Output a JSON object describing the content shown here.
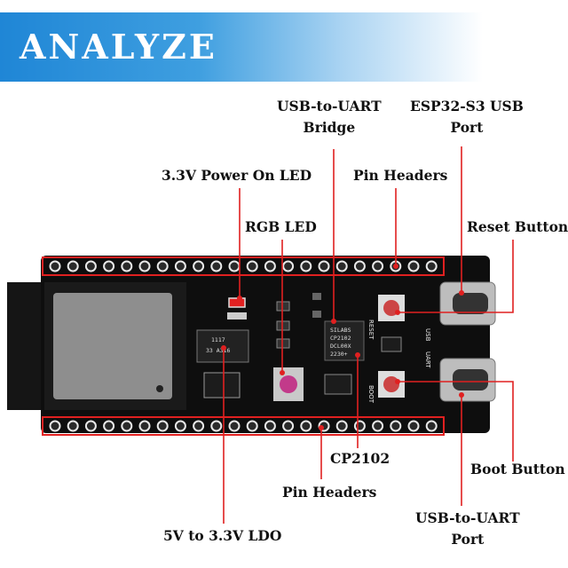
{
  "banner": {
    "title": "ANALYZE"
  },
  "labels": {
    "usb_uart_bridge": [
      "USB-to-UART",
      "Bridge"
    ],
    "esp32_usb_port": [
      "ESP32-S3 USB",
      "Port"
    ],
    "power_led": "3.3V Power On LED",
    "pin_headers_top": "Pin Headers",
    "rgb_led": "RGB LED",
    "reset_button": "Reset Button",
    "cp2102": "CP2102",
    "boot_button": "Boot Button",
    "pin_headers_bottom": "Pin Headers",
    "usb_uart_port": [
      "USB-to-UART",
      "Port"
    ],
    "ldo": "5V to 3.3V LDO"
  },
  "board_text": {
    "cp_chip": [
      "SILABS",
      "CP2102",
      "DCL00X",
      "2230+"
    ],
    "ldo_chip": [
      "1117",
      "33  A316"
    ],
    "reset_silk": "RESET",
    "usb_silk": "USB",
    "boot_silk": "BOOT",
    "uart_silk": "UART"
  },
  "colors": {
    "board": "#111111",
    "pin_outline": "#e02020",
    "leader": "#e02020",
    "banner": "#1f86d6"
  }
}
